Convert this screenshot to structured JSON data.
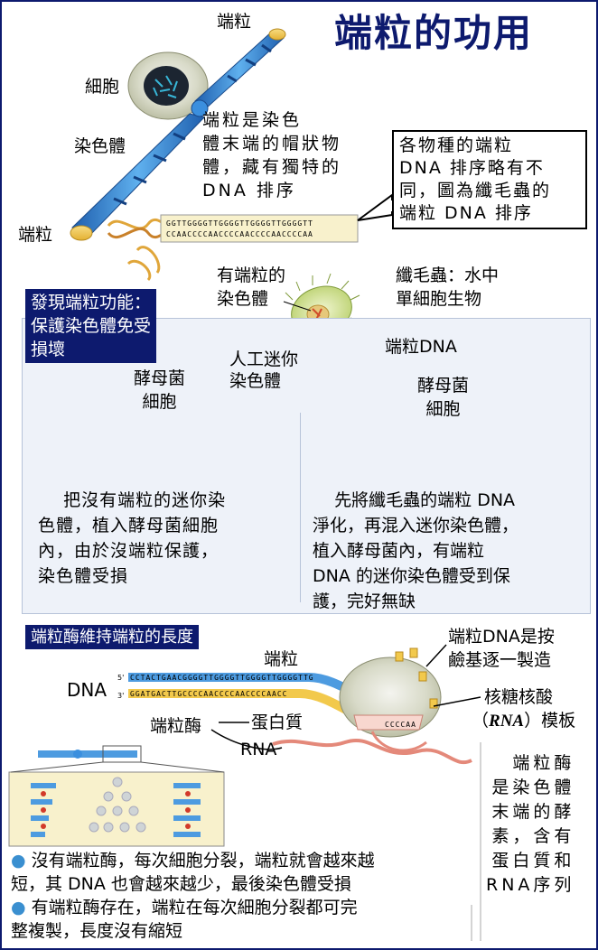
{
  "title": "端粒的功用",
  "labels": {
    "telomere_top": "端粒",
    "cell": "細胞",
    "chromosome": "染色體",
    "telomere_bottom": "端粒",
    "telomere_desc": "端粒是染色\n體末端的帽狀物\n體，藏有獨特的\nDNA 排序",
    "species_box": "各物種的端粒\nDNA 排序略有不\n同，圖為纖毛蟲的\n端粒 DNA 排序",
    "chromosome_with_telomere": "有端粒的\n染色體",
    "ciliate": "纖毛蟲：水中\n單細胞生物"
  },
  "sequence": {
    "top": "GGTTGGGGTTGGGGTTGGGGTTGGGGTT",
    "bottom": "CCAACCCCAACCCCAACCCCAACCCCAA"
  },
  "discovery": {
    "header": "發現端粒功能：\n保護染色體免受\n損壞",
    "artificial": "人工迷你\n染色體",
    "telomere_dna": "端粒DNA",
    "yeast_left": "酵母菌\n細胞",
    "yeast_right": "酵母菌\n細胞",
    "left_text": "    把沒有端粒的迷你染\n色體，植入酵母菌細胞\n內，由於沒端粒保護，\n染色體受損",
    "right_text": "    先將纖毛蟲的端粒 DNA\n淨化，再混入迷你染色體，\n植入酵母菌內，有端粒\nDNA 的迷你染色體受到保\n護，完好無缺"
  },
  "enzyme": {
    "header": "端粒酶維持端粒的長度",
    "telomere": "端粒",
    "dna": "DNA",
    "prime5_top": "5'",
    "prime3_bottom": "3'",
    "telomerase": "端粒酶",
    "protein": "蛋白質",
    "rna": "RNA",
    "copy_note": "端粒DNA是按\n鹼基逐一製造",
    "ribo": "核糖核酸",
    "rna_template_open": "（",
    "rna_template_word": "RNA",
    "rna_template_close": "）模板",
    "seq_top": "CCTACTGAACGGGGTTGGGGTTGGGGTTGGGGTTG",
    "seq_bottom": "GGATGACTTGCCCCAACCCCAACCCCAACC",
    "template_seq": "CCCCAA",
    "side_text": "端粒酶\n是染色體\n末端的酵\n素，含有\n蛋白質和\nRNA序列",
    "bullet1": "沒有端粒酶，每次細胞分裂，端粒就會越來越\n短，其 DNA 也會越來越少，最後染色體受損",
    "bullet2": "有端粒酶存在，端粒在每次細胞分裂都可完\n整複製，長度沒有縮短"
  },
  "colors": {
    "navy": "#0d1a6e",
    "chromosome_blue": "#2e7fd6",
    "chromosome_light": "#8fc6f0",
    "telomere_yellow": "#f2c94c",
    "panel_bg": "#eef2f9"
  }
}
